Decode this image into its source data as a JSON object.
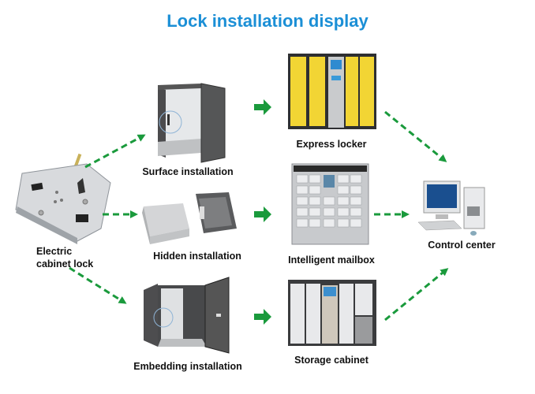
{
  "title": "Lock installation display",
  "nodes": {
    "source": {
      "line1": "Electric",
      "line2": "cabinet lock"
    },
    "surface": {
      "label": "Surface installation"
    },
    "hidden": {
      "label": "Hidden installation"
    },
    "embedding": {
      "label": "Embedding installation"
    },
    "express": {
      "label": "Express locker"
    },
    "mailbox": {
      "label": "Intelligent mailbox"
    },
    "storage": {
      "label": "Storage cabinet"
    },
    "control": {
      "label": "Control center"
    }
  },
  "edges": [
    {
      "from": "Electric cabinet lock",
      "to": "Surface installation",
      "style": "dashed"
    },
    {
      "from": "Electric cabinet lock",
      "to": "Hidden installation",
      "style": "dashed"
    },
    {
      "from": "Electric cabinet lock",
      "to": "Embedding installation",
      "style": "dashed"
    },
    {
      "from": "Surface installation",
      "to": "Express locker",
      "style": "solid"
    },
    {
      "from": "Hidden installation",
      "to": "Intelligent mailbox",
      "style": "solid"
    },
    {
      "from": "Embedding installation",
      "to": "Storage cabinet",
      "style": "solid"
    },
    {
      "from": "Express locker",
      "to": "Control center",
      "style": "dashed"
    },
    {
      "from": "Intelligent mailbox",
      "to": "Control center",
      "style": "dashed"
    },
    {
      "from": "Storage cabinet",
      "to": "Control center",
      "style": "dashed"
    }
  ],
  "colors": {
    "title": "#1b8fd6",
    "arrow": "#1a9a3c"
  }
}
